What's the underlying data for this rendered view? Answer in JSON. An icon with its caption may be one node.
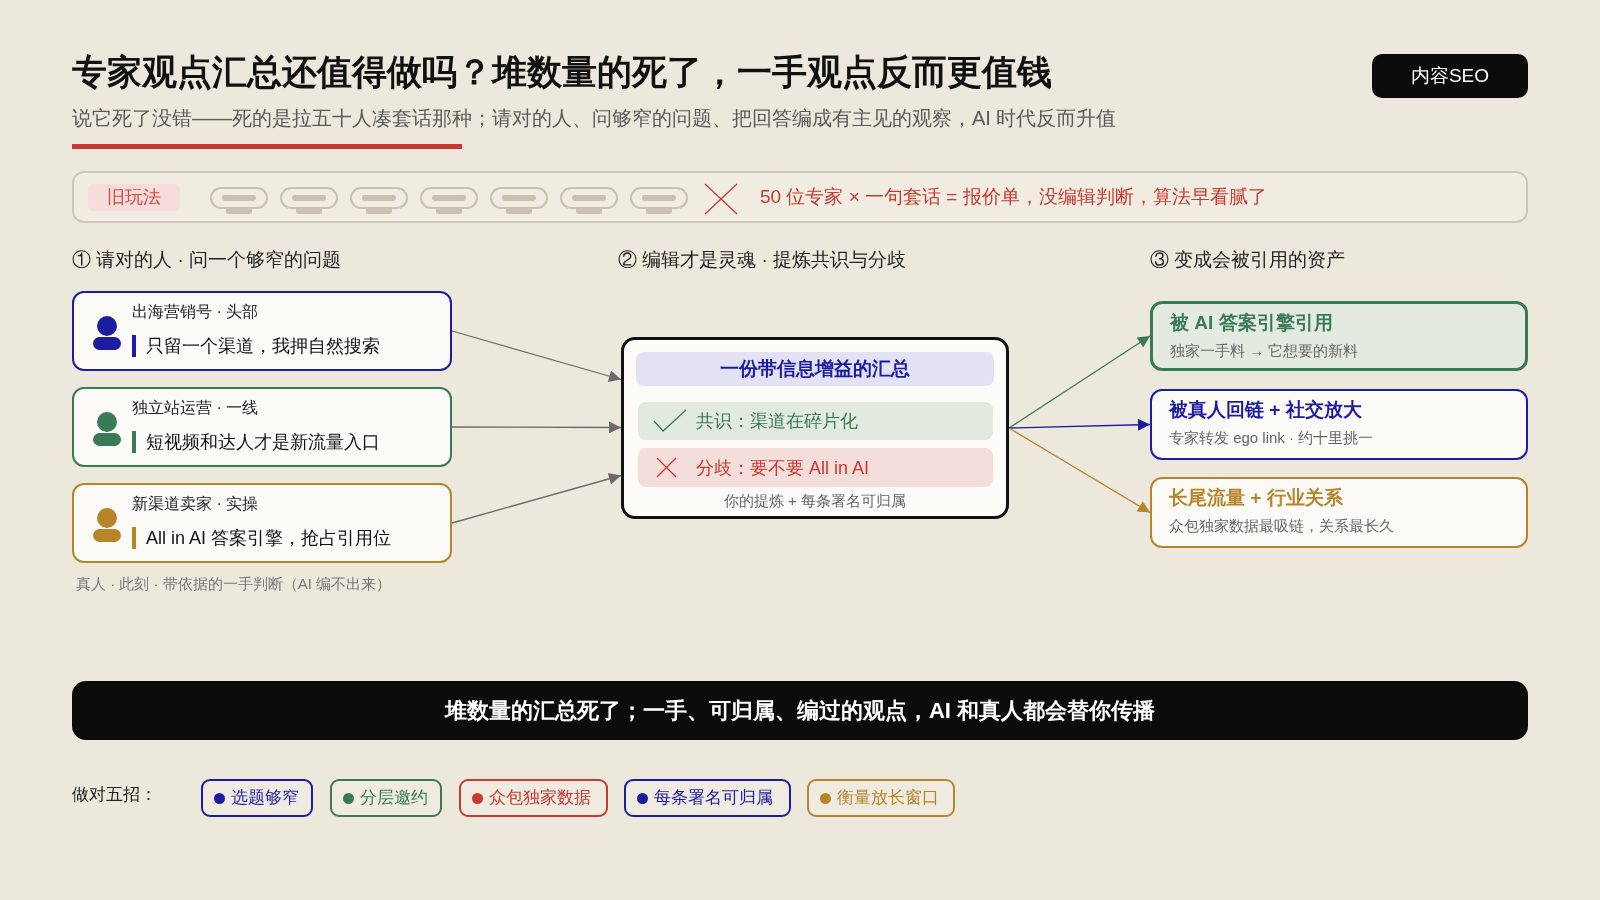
{
  "diagram": {
    "title": "专家观点汇总还值得做吗？堆数量的死了，一手观点反而更值钱",
    "nodes": [
      {
        "text": [
          "内容SEO"
        ]
      },
      {
        "text": [
          "50 位专家 × 一句套话 = 报价单，没编辑判断，算法早看腻了"
        ]
      },
      {
        "text": [
          "旧玩法"
        ],
        "in": 1
      },
      {
        "text": [
          "出海营销号 · 头部",
          "只留一个渠道，我押自然搜索"
        ]
      },
      {
        "text": [
          "独立站运营 · 一线",
          "短视频和达人才是新流量入口"
        ]
      },
      {
        "text": [
          "新渠道卖家 · 实操",
          "All in AI 答案引擎，抢占引用位"
        ]
      },
      {
        "text": [
          "你的提炼 + 每条署名可归属"
        ]
      },
      {
        "text": [
          "一份带信息增益的汇总"
        ],
        "in": 6
      },
      {
        "text": [
          "共识：渠道在碎片化"
        ],
        "in": 6
      },
      {
        "text": [
          "分歧：要不要 All in AI"
        ],
        "in": 6
      },
      {
        "text": [
          "被 AI 答案引擎引用",
          "独家一手料 → 它想要的新料"
        ]
      },
      {
        "text": [
          "被真人回链 + 社交放大",
          "专家转发 ego link · 约十里挑一"
        ]
      },
      {
        "text": [
          "长尾流量 + 行业关系",
          "众包独家数据最吸链，关系最长久"
        ]
      },
      {
        "text": [
          "堆数量的汇总死了；一手、可归属、编过的观点，AI 和真人都会替你传播"
        ]
      },
      {
        "text": [
          "选题够窄"
        ]
      },
      {
        "text": [
          "分层邀约"
        ]
      },
      {
        "text": [
          "众包独家数据"
        ]
      },
      {
        "text": [
          "每条署名可归属"
        ]
      },
      {
        "text": [
          "衡量放长窗口"
        ]
      }
    ],
    "edges": [
      {
        "from": 3,
        "to": 6,
        "arrow": "to"
      },
      {
        "from": 4,
        "to": 6,
        "arrow": "to"
      },
      {
        "from": 5,
        "to": 6,
        "arrow": "to"
      },
      {
        "from": 6,
        "to": 10,
        "arrow": "to",
        "color": "#3b7a57"
      },
      {
        "from": 6,
        "to": 11,
        "arrow": "to",
        "color": "#1c1ca0"
      },
      {
        "from": 6,
        "to": 12,
        "arrow": "to",
        "color": "#b8842a"
      }
    ],
    "labels": [
      "说它死了没错——死的是拉五十人凑套话那种；请对的人、问够窄的问题、把回答编成有主见的观察，AI 时代反而升值",
      "① 请对的人 · 问一个够窄的问题",
      "② 编辑才是灵魂 · 提炼共识与分歧",
      "③ 变成会被引用的资产",
      "真人 · 此刻 · 带依据的一手判断（AI 编不出来）",
      "做对五招："
    ]
  }
}
